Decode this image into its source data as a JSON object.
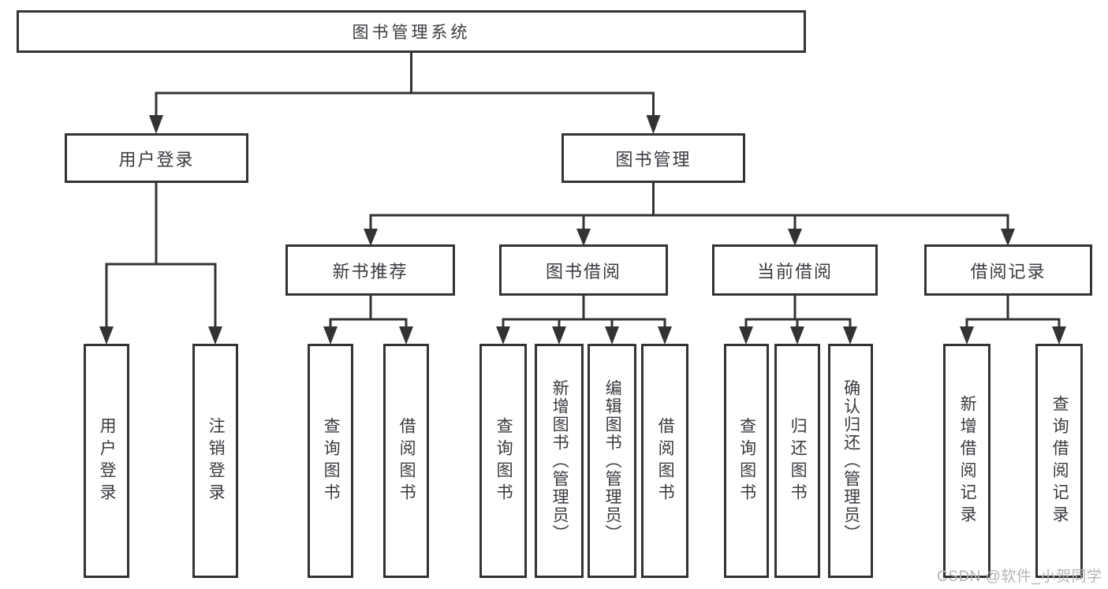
{
  "diagram": {
    "root": {
      "label": "图书管理系统"
    },
    "branches": [
      {
        "label": "用户登录",
        "children": [
          "用户登录",
          "注销登录"
        ]
      },
      {
        "label": "图书管理",
        "groups": [
          {
            "label": "新书推荐",
            "children": [
              "查询图书",
              "借阅图书"
            ]
          },
          {
            "label": "图书借阅",
            "children": [
              "查询图书",
              "新增图书（管理员）",
              "编辑图书（管理员）",
              "借阅图书"
            ]
          },
          {
            "label": "当前借阅",
            "children": [
              "查询图书",
              "归还图书",
              "确认归还（管理员）"
            ]
          },
          {
            "label": "借阅记录",
            "children": [
              "新增借阅记录",
              "查询借阅记录"
            ]
          }
        ]
      }
    ],
    "watermark": "CSDN @软件_小贺同学",
    "colors": {
      "line": "#333336",
      "text": "#3a3a40",
      "background": "#ffffff",
      "watermark": "#b4b4b8"
    }
  }
}
